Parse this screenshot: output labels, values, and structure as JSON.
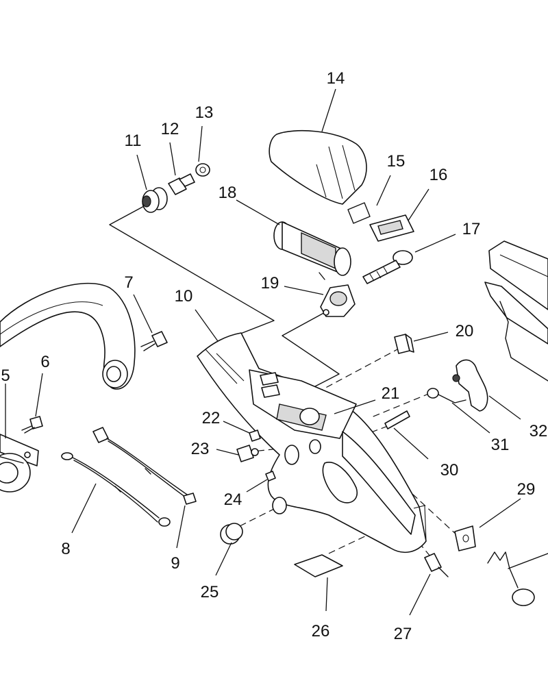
{
  "diagram": {
    "callouts": [
      {
        "id": "c5",
        "label": "5",
        "leader": [
          [
            8,
            560
          ],
          [
            8,
            640
          ]
        ]
      },
      {
        "id": "c6",
        "label": "6",
        "leader": [
          [
            62,
            545
          ],
          [
            52,
            608
          ]
        ]
      },
      {
        "id": "c7",
        "label": "7",
        "leader": [
          [
            195,
            430
          ],
          [
            222,
            486
          ]
        ]
      },
      {
        "id": "c8",
        "label": "8",
        "leader": [
          [
            105,
            778
          ],
          [
            140,
            706
          ]
        ]
      },
      {
        "id": "c9",
        "label": "9",
        "leader": [
          [
            258,
            800
          ],
          [
            270,
            738
          ]
        ]
      },
      {
        "id": "c10",
        "label": "10",
        "leader": [
          [
            285,
            452
          ],
          [
            318,
            498
          ]
        ]
      },
      {
        "id": "c11",
        "label": "11",
        "leader": [
          [
            200,
            226
          ],
          [
            214,
            277
          ]
        ]
      },
      {
        "id": "c12",
        "label": "12",
        "leader": [
          [
            248,
            208
          ],
          [
            256,
            256
          ]
        ]
      },
      {
        "id": "c13",
        "label": "13",
        "leader": [
          [
            295,
            184
          ],
          [
            290,
            236
          ]
        ]
      },
      {
        "id": "c14",
        "label": "14",
        "leader": [
          [
            490,
            130
          ],
          [
            470,
            192
          ]
        ]
      },
      {
        "id": "c15",
        "label": "15",
        "leader": [
          [
            570,
            256
          ],
          [
            550,
            300
          ]
        ]
      },
      {
        "id": "c16",
        "label": "16",
        "leader": [
          [
            626,
            276
          ],
          [
            596,
            322
          ]
        ]
      },
      {
        "id": "c17",
        "label": "17",
        "leader": [
          [
            665,
            342
          ],
          [
            606,
            368
          ]
        ]
      },
      {
        "id": "c18",
        "label": "18",
        "leader": [
          [
            345,
            292
          ],
          [
            408,
            328
          ]
        ]
      },
      {
        "id": "c19",
        "label": "19",
        "leader": [
          [
            415,
            418
          ],
          [
            472,
            430
          ]
        ]
      },
      {
        "id": "c20",
        "label": "20",
        "leader": [
          [
            654,
            485
          ],
          [
            604,
            498
          ]
        ]
      },
      {
        "id": "c21",
        "label": "21",
        "leader": [
          [
            548,
            584
          ],
          [
            488,
            604
          ]
        ]
      },
      {
        "id": "c22",
        "label": "22",
        "leader": [
          [
            326,
            615
          ],
          [
            364,
            632
          ]
        ]
      },
      {
        "id": "c23",
        "label": "23",
        "leader": [
          [
            316,
            656
          ],
          [
            348,
            664
          ]
        ]
      },
      {
        "id": "c24",
        "label": "24",
        "leader": [
          [
            360,
            718
          ],
          [
            390,
            700
          ]
        ]
      },
      {
        "id": "c25",
        "label": "25",
        "leader": [
          [
            315,
            840
          ],
          [
            338,
            792
          ]
        ]
      },
      {
        "id": "c26",
        "label": "26",
        "leader": [
          [
            476,
            892
          ],
          [
            478,
            843
          ]
        ]
      },
      {
        "id": "c27",
        "label": "27",
        "leader": [
          [
            598,
            898
          ],
          [
            628,
            838
          ]
        ]
      },
      {
        "id": "c29",
        "label": "29",
        "leader": [
          [
            760,
            728
          ],
          [
            700,
            770
          ]
        ]
      },
      {
        "id": "c30",
        "label": "30",
        "leader": [
          [
            625,
            670
          ],
          [
            575,
            625
          ]
        ]
      },
      {
        "id": "c31",
        "label": "31",
        "leader": [
          [
            715,
            632
          ],
          [
            660,
            588
          ]
        ]
      },
      {
        "id": "c32",
        "label": "32",
        "leader": [
          [
            760,
            612
          ],
          [
            714,
            578
          ]
        ]
      }
    ]
  }
}
